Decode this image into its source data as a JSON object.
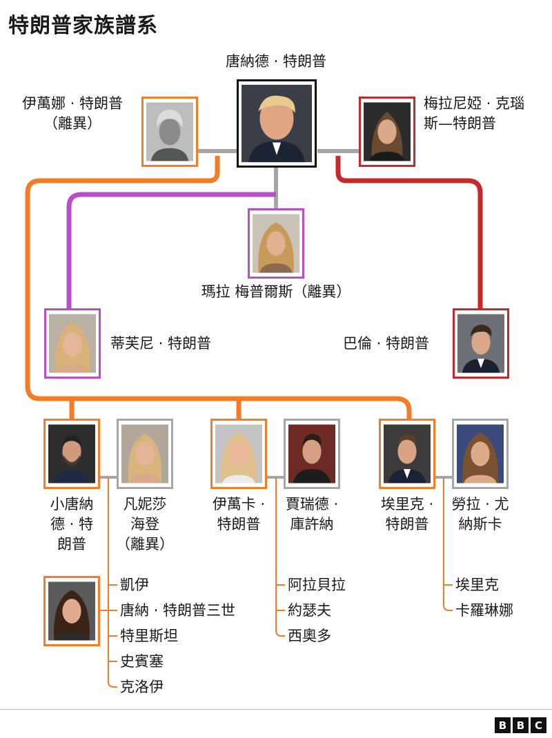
{
  "title": "特朗普家族譜系",
  "people": {
    "donald": "唐納德 · 特朗普",
    "ivana_l1": "伊萬娜 · 特朗普",
    "ivana_l2": "（離異）",
    "melania_l1": "梅拉尼婭 · 克瑙",
    "melania_l2": "斯—特朗普",
    "marla": "瑪拉 梅普爾斯（離異）",
    "tiffany": "蒂芙尼 · 特朗普",
    "barron": "巴倫 · 特朗普",
    "donjr_l1": "小唐納",
    "donjr_l2": "德 · 特",
    "donjr_l3": "朗普",
    "vanessa_l1": "凡妮莎",
    "vanessa_l2": "海登",
    "vanessa_l3": "（離異）",
    "ivanka_l1": "伊萬卡 ·",
    "ivanka_l2": "特朗普",
    "jared_l1": "賈瑞德 ·",
    "jared_l2": "庫許納",
    "eric_l1": "埃里克 ·",
    "eric_l2": "特朗普",
    "lara_l1": "勞拉 · 尤",
    "lara_l2": "納斯卡"
  },
  "grandchildren": {
    "donjr": [
      "凱伊",
      "唐納 · 特朗普三世",
      "特里斯坦",
      "史賓塞",
      "克洛伊"
    ],
    "ivanka": [
      "阿拉貝拉",
      "約瑟夫",
      "西奧多"
    ],
    "eric": [
      "埃里克",
      "卡羅琳娜"
    ]
  },
  "colors": {
    "orange": "#f47c25",
    "red": "#c6292c",
    "purple": "#b84fc8",
    "grey": "#a6a6a6",
    "black": "#111111"
  },
  "logo": "BBC"
}
